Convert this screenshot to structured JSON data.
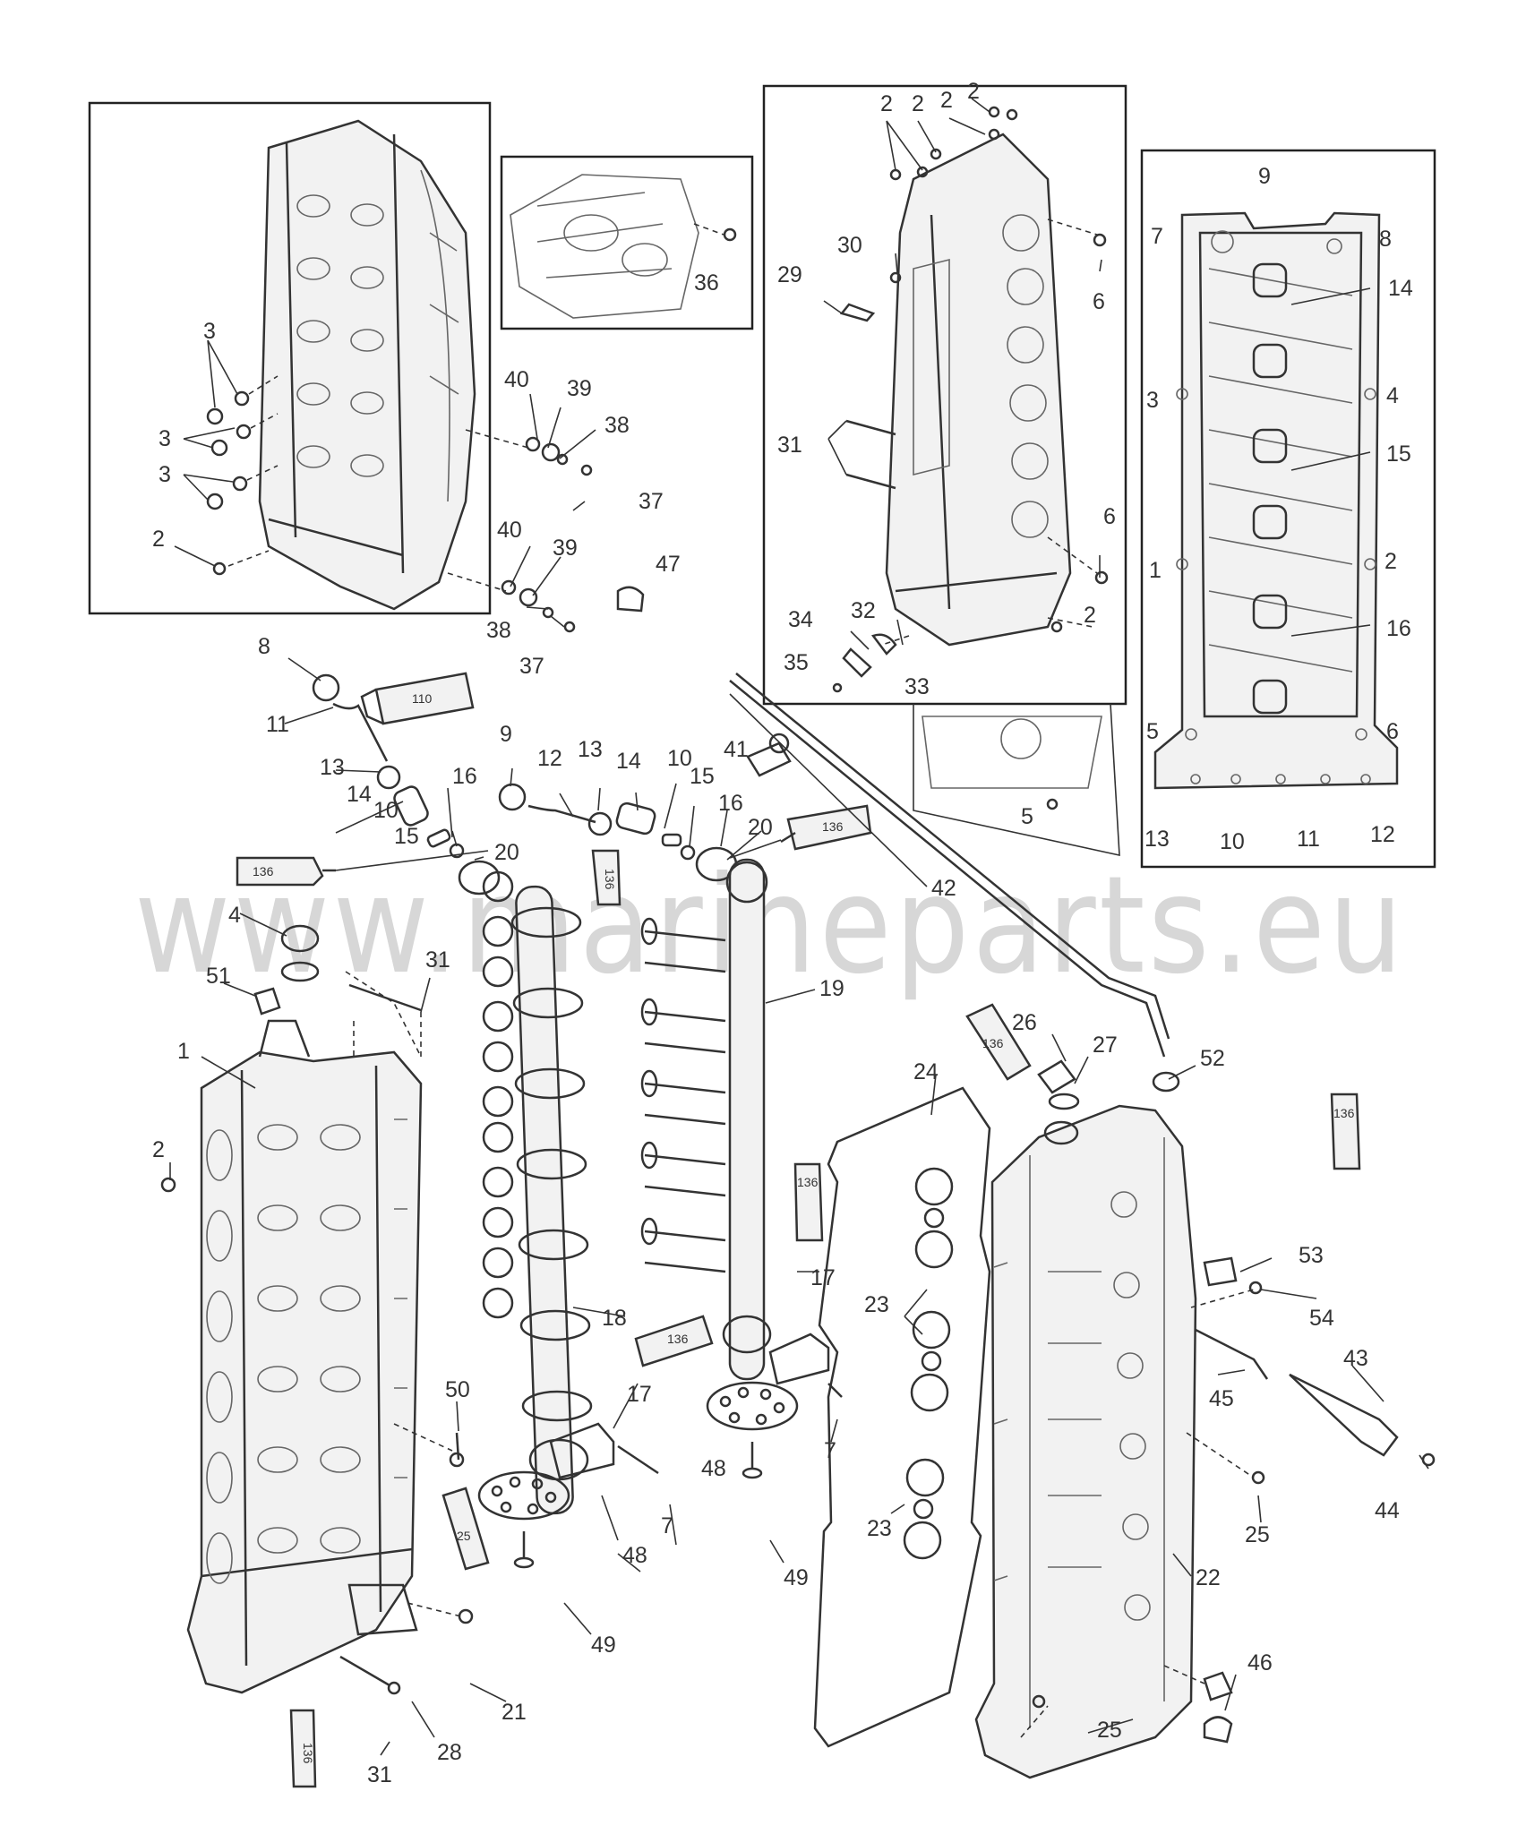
{
  "watermark": "www.marineparts.eu",
  "callouts": [
    {
      "id": "c3a",
      "text": "3"
    },
    {
      "id": "c3b",
      "text": "3"
    },
    {
      "id": "c3c",
      "text": "3"
    },
    {
      "id": "c2a",
      "text": "2"
    },
    {
      "id": "c40a",
      "text": "40"
    },
    {
      "id": "c39a",
      "text": "39"
    },
    {
      "id": "c38a",
      "text": "38"
    },
    {
      "id": "c37a",
      "text": "37"
    },
    {
      "id": "c40b",
      "text": "40"
    },
    {
      "id": "c39b",
      "text": "39"
    },
    {
      "id": "c38b",
      "text": "38"
    },
    {
      "id": "c37b",
      "text": "37"
    },
    {
      "id": "c47",
      "text": "47"
    },
    {
      "id": "c36",
      "text": "36"
    },
    {
      "id": "c2b",
      "text": "2"
    },
    {
      "id": "c2c",
      "text": "2"
    },
    {
      "id": "c2d",
      "text": "2"
    },
    {
      "id": "c2e",
      "text": "2"
    },
    {
      "id": "c30",
      "text": "30"
    },
    {
      "id": "c29",
      "text": "29"
    },
    {
      "id": "c6a",
      "text": "6"
    },
    {
      "id": "c31a",
      "text": "31"
    },
    {
      "id": "c6b",
      "text": "6"
    },
    {
      "id": "c34",
      "text": "34"
    },
    {
      "id": "c32",
      "text": "32"
    },
    {
      "id": "c35",
      "text": "35"
    },
    {
      "id": "c33",
      "text": "33"
    },
    {
      "id": "c2f",
      "text": "2"
    },
    {
      "id": "c5a",
      "text": "5"
    },
    {
      "id": "c9a",
      "text": "9"
    },
    {
      "id": "c7a",
      "text": "7"
    },
    {
      "id": "c8a",
      "text": "8"
    },
    {
      "id": "c14a",
      "text": "14"
    },
    {
      "id": "c3d",
      "text": "3"
    },
    {
      "id": "c4a",
      "text": "4"
    },
    {
      "id": "c15a",
      "text": "15"
    },
    {
      "id": "c1a",
      "text": "1"
    },
    {
      "id": "c2g",
      "text": "2"
    },
    {
      "id": "c16a",
      "text": "16"
    },
    {
      "id": "c5b",
      "text": "5"
    },
    {
      "id": "c6c",
      "text": "6"
    },
    {
      "id": "c13a",
      "text": "13"
    },
    {
      "id": "c10a",
      "text": "10"
    },
    {
      "id": "c11a",
      "text": "11"
    },
    {
      "id": "c12a",
      "text": "12"
    },
    {
      "id": "c8b",
      "text": "8"
    },
    {
      "id": "c11b",
      "text": "11"
    },
    {
      "id": "c13b",
      "text": "13"
    },
    {
      "id": "c14b",
      "text": "14"
    },
    {
      "id": "c16b",
      "text": "16"
    },
    {
      "id": "c10b",
      "text": "10"
    },
    {
      "id": "c15b",
      "text": "15"
    },
    {
      "id": "c20a",
      "text": "20"
    },
    {
      "id": "c9b",
      "text": "9"
    },
    {
      "id": "c12b",
      "text": "12"
    },
    {
      "id": "c13c",
      "text": "13"
    },
    {
      "id": "c14c",
      "text": "14"
    },
    {
      "id": "c10c",
      "text": "10"
    },
    {
      "id": "c15c",
      "text": "15"
    },
    {
      "id": "c41",
      "text": "41"
    },
    {
      "id": "c16c",
      "text": "16"
    },
    {
      "id": "c20b",
      "text": "20"
    },
    {
      "id": "c42",
      "text": "42"
    },
    {
      "id": "c4b",
      "text": "4"
    },
    {
      "id": "c51",
      "text": "51"
    },
    {
      "id": "c31b",
      "text": "31"
    },
    {
      "id": "c19",
      "text": "19"
    },
    {
      "id": "c1b",
      "text": "1"
    },
    {
      "id": "c2h",
      "text": "2"
    },
    {
      "id": "c26",
      "text": "26"
    },
    {
      "id": "c27",
      "text": "27"
    },
    {
      "id": "c52",
      "text": "52"
    },
    {
      "id": "c24",
      "text": "24"
    },
    {
      "id": "c53",
      "text": "53"
    },
    {
      "id": "c54",
      "text": "54"
    },
    {
      "id": "c17a",
      "text": "17"
    },
    {
      "id": "c23a",
      "text": "23"
    },
    {
      "id": "c18",
      "text": "18"
    },
    {
      "id": "c43",
      "text": "43"
    },
    {
      "id": "c45",
      "text": "45"
    },
    {
      "id": "c17b",
      "text": "17"
    },
    {
      "id": "c50",
      "text": "50"
    },
    {
      "id": "c7b",
      "text": "7"
    },
    {
      "id": "c48a",
      "text": "48"
    },
    {
      "id": "c7c",
      "text": "7"
    },
    {
      "id": "c44",
      "text": "44"
    },
    {
      "id": "c25a",
      "text": "25"
    },
    {
      "id": "c23b",
      "text": "23"
    },
    {
      "id": "c48b",
      "text": "48"
    },
    {
      "id": "c49a",
      "text": "49"
    },
    {
      "id": "c22",
      "text": "22"
    },
    {
      "id": "c49b",
      "text": "49"
    },
    {
      "id": "c21",
      "text": "21"
    },
    {
      "id": "c46",
      "text": "46"
    },
    {
      "id": "c28",
      "text": "28"
    },
    {
      "id": "c31c",
      "text": "31"
    },
    {
      "id": "c25b",
      "text": "25"
    }
  ],
  "tube_labels": [
    {
      "id": "t110",
      "text": "110"
    },
    {
      "id": "t136a",
      "text": "136"
    },
    {
      "id": "t136b",
      "text": "136"
    },
    {
      "id": "t136c",
      "text": "136"
    },
    {
      "id": "t136d",
      "text": "136"
    },
    {
      "id": "t136e",
      "text": "136"
    },
    {
      "id": "t136f",
      "text": "136"
    },
    {
      "id": "t136g",
      "text": "136"
    },
    {
      "id": "t25",
      "text": "25"
    },
    {
      "id": "t136h",
      "text": "136"
    }
  ]
}
